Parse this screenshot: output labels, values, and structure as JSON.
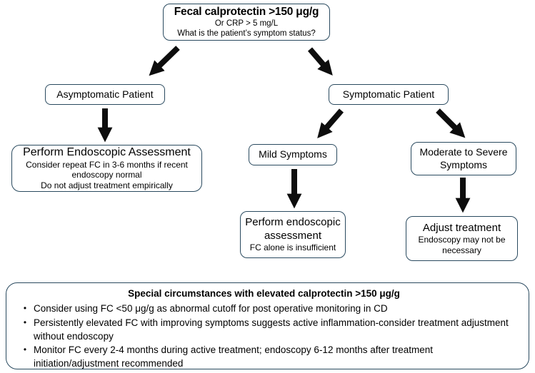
{
  "colors": {
    "border": "#2a4a5f",
    "arrow": "#0d0d0d",
    "text": "#000000",
    "background": "#ffffff"
  },
  "flowchart": {
    "root": {
      "title": "Fecal calprotectin >150 μg/g",
      "subtitle": "Or CRP > 5 mg/L",
      "question": "What is the patient’s symptom status?"
    },
    "asymptomatic": {
      "label": "Asymptomatic Patient"
    },
    "symptomatic": {
      "label": "Symptomatic Patient"
    },
    "endoscopic_assessment": {
      "title": "Perform Endoscopic Assessment",
      "line1": "Consider repeat FC in 3-6 months if recent endoscopy normal",
      "line2": "Do not adjust treatment empirically"
    },
    "mild": {
      "label": "Mild Symptoms"
    },
    "moderate": {
      "label": "Moderate to Severe Symptoms"
    },
    "mild_action": {
      "title": "Perform endoscopic assessment",
      "note": "FC alone is insufficient"
    },
    "moderate_action": {
      "title": "Adjust treatment",
      "note": "Endoscopy may not be necessary"
    },
    "special": {
      "title": "Special circumstances with elevated calprotectin >150 μg/g",
      "bullet_glyph": "•",
      "bullets": [
        "Consider using FC <50 μg/g as abnormal cutoff for post operative monitoring in CD",
        "Persistently elevated FC with improving symptoms suggests active inflammation-consider treatment adjustment without endoscopy",
        "Monitor FC every 2-4 months during active treatment; endoscopy 6-12 months after treatment initiation/adjustment recommended"
      ]
    }
  }
}
